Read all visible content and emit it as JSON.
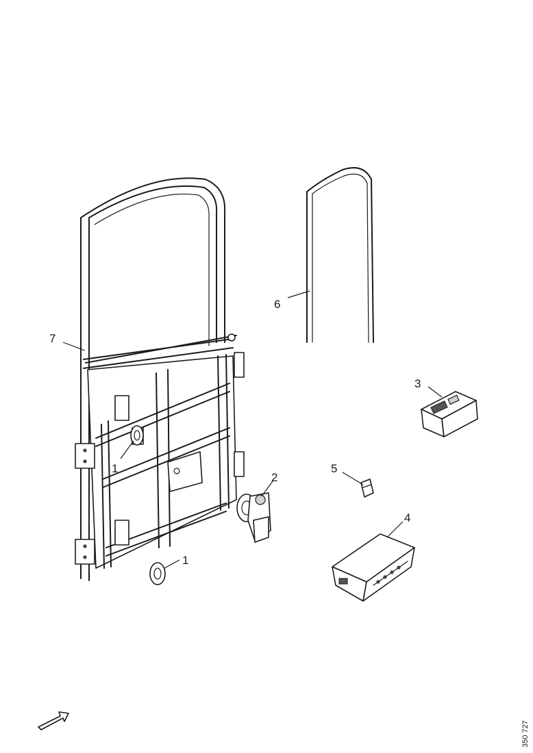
{
  "callouts": {
    "c1a": "1",
    "c1b": "1",
    "c2": "2",
    "c3": "3",
    "c4": "4",
    "c5": "5",
    "c6": "6",
    "c7": "7"
  },
  "reference_code": "350 727",
  "icons": {
    "direction_arrow": "arrow-right-icon"
  }
}
